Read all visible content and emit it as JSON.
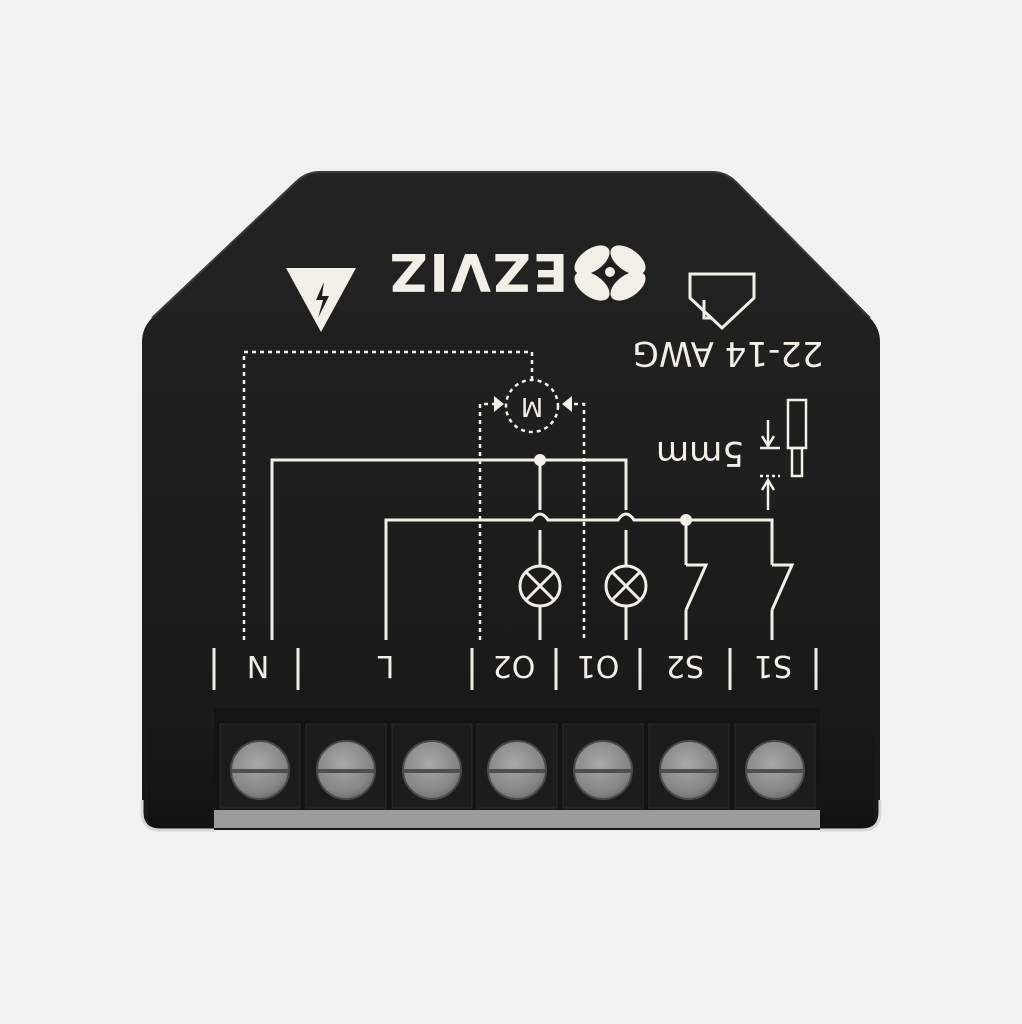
{
  "brand": {
    "logo_text": "EZVIZ"
  },
  "specs": {
    "wire_gauge": "22-14 AWG",
    "strip_length": "5mm"
  },
  "diagram": {
    "motor_symbol": "M"
  },
  "terminals": [
    {
      "label": "N"
    },
    {
      "label": "L"
    },
    {
      "label": "O2"
    },
    {
      "label": "O1"
    },
    {
      "label": "S2"
    },
    {
      "label": "S1"
    }
  ],
  "colors": {
    "background": "#f1f1f1",
    "body": "#1d1d1d",
    "print": "#f2eee8",
    "screw": "#8a8a8a"
  }
}
